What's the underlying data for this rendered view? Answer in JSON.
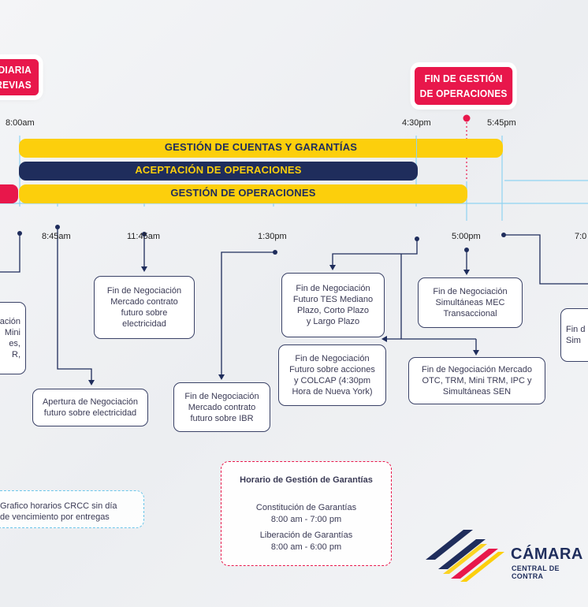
{
  "badges": {
    "left_line1": "DIARIA",
    "left_line2": "PREVIAS",
    "right_line1": "FIN DE GESTIÓN",
    "right_line2": "DE OPERACIONES"
  },
  "top_times": {
    "t800": "8:00am",
    "t430": "4:30pm",
    "t545": "5:45pm"
  },
  "bars": {
    "cuentas": "GESTIÓN DE CUENTAS Y GARANTÍAS",
    "aceptacion": "ACEPTACIÓN DE OPERACIONES",
    "gestion": "GESTIÓN DE OPERACIONES"
  },
  "bottom_times": {
    "t845": "8:45am",
    "t1145": "11:45am",
    "t130": "1:30pm",
    "t500": "5:00pm",
    "t7": "7:0"
  },
  "boxes": {
    "left_partial": "ación\nMini\nes,\nR,",
    "electricidad_fin": "Fin de Negociación\nMercado contrato\nfuturo sobre\nelectricidad",
    "apertura": "Apertura de Negociación\nfuturo sobre electricidad",
    "ibr": "Fin de Negociación\nMercado contrato\nfuturo sobre IBR",
    "tes": "Fin de Negociación\nFuturo TES Mediano\nPlazo, Corto Plazo\ny Largo Plazo",
    "acciones": "Fin de Negociación\nFuturo sobre acciones\ny COLCAP (4:30pm\nHora de Nueva York)",
    "mec": "Fin de Negociación\nSimultáneas MEC\nTransaccional",
    "otc": "Fin de Negociación Mercado\nOTC, TRM, Mini TRM, IPC y\nSimultáneas SEN",
    "right_partial": "Fin d\nSim"
  },
  "legend": {
    "line1": "Grafico horarios CRCC sin día",
    "line2": "de vencimiento por entregas"
  },
  "garantias": {
    "title": "Horario de Gestión de Garantías",
    "constitucion_label": "Constitución de Garantías",
    "constitucion_hours": "8:00 am - 7:00 pm",
    "liberacion_label": "Liberación de Garantías",
    "liberacion_hours": "8:00 am - 6:00 pm"
  },
  "logo": {
    "name": "CÁMARA",
    "subtitle": "CENTRAL DE CONTRA"
  },
  "colors": {
    "accent_red": "#e8174b",
    "yellow": "#fccf0c",
    "navy": "#1f2d5c",
    "line_blue": "#8fd3f2"
  }
}
